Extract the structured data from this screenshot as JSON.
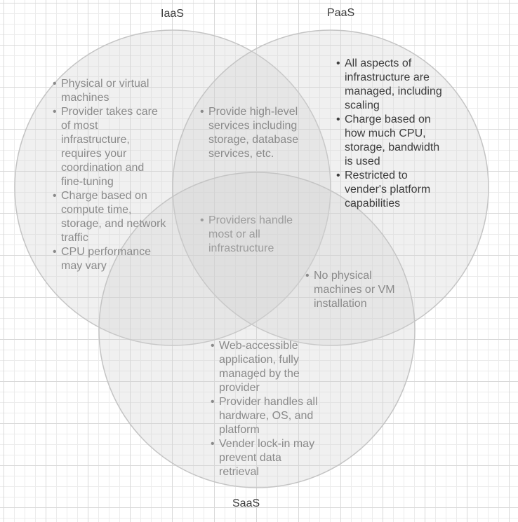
{
  "titles": {
    "iaas": "IaaS",
    "paas": "PaaS",
    "saas": "SaaS"
  },
  "colors": {
    "circle_fill": "#d2d2d2",
    "circle_stroke": "#c4c4c4",
    "title_text": "#3a3a3a",
    "bullet_text_light": "#8a8a8a",
    "bullet_text_dark": "#3d3d3d"
  },
  "iaas_only": [
    "Physical or virtual machines",
    "Provider takes care of most infrastructure, requires your coordination and fine-tuning",
    "Charge based on compute time, storage, and network traffic",
    "CPU performance may vary"
  ],
  "paas_only": [
    "All aspects of infrastructure are managed, including scaling",
    "Charge based on how much CPU, storage, bandwidth is used",
    "Restricted to vender's platform capabilities"
  ],
  "iaas_paas": [
    "Provide high-level services including storage, database services, etc."
  ],
  "all_three": [
    "Providers handle most or all infrastructure"
  ],
  "paas_saas": [
    "No physical machines or VM installation"
  ],
  "saas_only": [
    "Web-accessible application, fully managed by the provider",
    "Provider handles all hardware, OS, and platform",
    "Vender lock-in may prevent data retrieval"
  ]
}
